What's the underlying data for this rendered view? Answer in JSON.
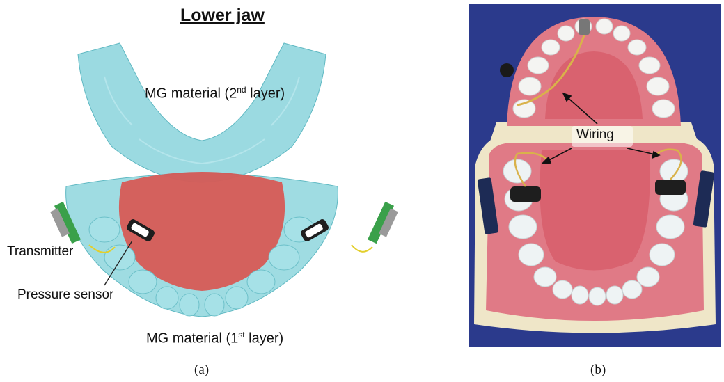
{
  "panel_a": {
    "title": "Lower jaw",
    "mg_2nd": {
      "prefix": "MG material (2",
      "sup": "nd",
      "suffix": " layer)"
    },
    "mg_1st": {
      "prefix": "MG material (1",
      "sup": "st",
      "suffix": " layer)"
    },
    "transmitter": "Transmitter",
    "pressure_sensor": "Pressure sensor",
    "caption": "(a)"
  },
  "panel_b": {
    "wiring": "Wiring",
    "caption": "(b)"
  },
  "colors": {
    "mg_material": "#7fd0d8",
    "tongue": "#d9534f",
    "transmitter_board": "#3aa04a",
    "photo_background": "#2b3a8c",
    "gum": "#e07a86",
    "base": "#efe6c8"
  }
}
